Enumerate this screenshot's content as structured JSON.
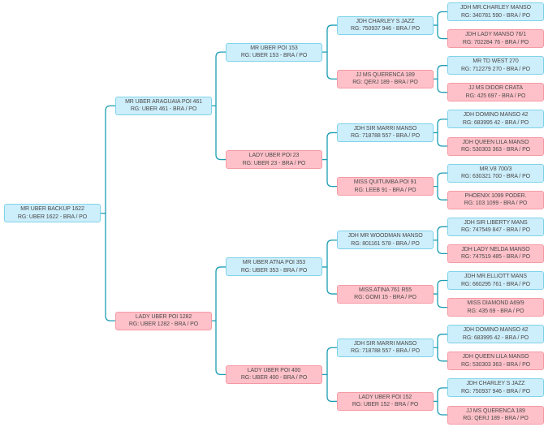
{
  "colors": {
    "line": "#1b9db2",
    "male_fill": "#cdeefb",
    "female_fill": "#ffc1c9"
  },
  "nodes": [
    {
      "name": "MR UBER BACKUP 1622",
      "rg": "RG: UBER 1622 - BRA / PO",
      "sex": "male"
    },
    {
      "name": "MR UBER ARAGUAIA POI 461",
      "rg": "RG: UBER 461 - BRA / PO",
      "sex": "male"
    },
    {
      "name": "LADY UBER POI 1282",
      "rg": "RG: UBER 1282 - BRA / PO",
      "sex": "female"
    },
    {
      "name": "MR UBER POI 153",
      "rg": "RG: UBER 153 - BRA / PO",
      "sex": "male"
    },
    {
      "name": "LADY UBER POI 23",
      "rg": "RG: UBER 23 - BRA / PO",
      "sex": "female"
    },
    {
      "name": "MR UBER ATNA POI 353",
      "rg": "RG: UBER 353 - BRA / PO",
      "sex": "male"
    },
    {
      "name": "LADY UBER POI 400",
      "rg": "RG: UBER 400 - BRA / PO",
      "sex": "female"
    },
    {
      "name": "JDH CHARLEY S JAZZ",
      "rg": "RG: 750937 946 - BRA / PO",
      "sex": "male"
    },
    {
      "name": "JJ MS QUERENCA 189",
      "rg": "RG: QERJ 189 - BRA / PO",
      "sex": "female"
    },
    {
      "name": "JDH SIR MARRI MANSO",
      "rg": "RG: 718788 557 - BRA / PO",
      "sex": "male"
    },
    {
      "name": "MISS QUITUMBA POI 91",
      "rg": "RG: LEEB 91 - BRA / PO",
      "sex": "female"
    },
    {
      "name": "JDH MR WOODMAN MANSO",
      "rg": "RG: 801161 578 - BRA / PO",
      "sex": "male"
    },
    {
      "name": "MISS ATINA 761 R55",
      "rg": "RG: GOMI 15 - BRA / PO",
      "sex": "female"
    },
    {
      "name": "JDH SIR MARRI MANSO",
      "rg": "RG: 718788 557 - BRA / PO",
      "sex": "male"
    },
    {
      "name": "LADY UBER POI 152",
      "rg": "RG: UBER 152 - BRA / PO",
      "sex": "female"
    },
    {
      "name": "JDH MR.CHARLEY MANSO",
      "rg": "RG: 340781 590 - BRA / PO",
      "sex": "male"
    },
    {
      "name": "JDH LADY MANSO 76/1",
      "rg": "RG: 702284 76 - BRA / PO",
      "sex": "female"
    },
    {
      "name": "MR TD WEST 270",
      "rg": "RG: 712279 270 - BRA / PO",
      "sex": "male"
    },
    {
      "name": "JJ MS DIDOR CRATA",
      "rg": "RG: 425 697 - BRA / PO",
      "sex": "female"
    },
    {
      "name": "JDH DOMINO MANSO 42",
      "rg": "RG: 683995 42 - BRA / PO",
      "sex": "male"
    },
    {
      "name": "JDH QUEEN LILA MANSO",
      "rg": "RG: 530303 363 - BRA / PO",
      "sex": "female"
    },
    {
      "name": "MR.V8 700/3",
      "rg": "RG: 630321 700 - BRA / PO",
      "sex": "male"
    },
    {
      "name": "PHOENIX 1099 PODER.",
      "rg": "RG: 103 1099 - BRA / PO",
      "sex": "female"
    },
    {
      "name": "JDH SIR LIBERTY MANS",
      "rg": "RG: 747549 847 - BRA / PO",
      "sex": "male"
    },
    {
      "name": "JDH LADY NELDA MANSO",
      "rg": "RG: 747519 485 - BRA / PO",
      "sex": "female"
    },
    {
      "name": "JDH MR.ELLIOTT MANS",
      "rg": "RG: 660295 761 - BRA / PO",
      "sex": "male"
    },
    {
      "name": "MISS DIAMOND A69/9",
      "rg": "RG: 435 69 - BRA / PO",
      "sex": "female"
    },
    {
      "name": "JDH DOMINO MANSO 42",
      "rg": "RG: 683995 42 - BRA / PO",
      "sex": "male"
    },
    {
      "name": "JDH QUEEN LILA MANSO",
      "rg": "RG: 530303 363 - BRA / PO",
      "sex": "female"
    },
    {
      "name": "JDH CHARLEY S JAZZ",
      "rg": "RG: 750937 946 - BRA / PO",
      "sex": "male"
    },
    {
      "name": "JJ MS QUERENCA 189",
      "rg": "RG: QERJ 189 - BRA / PO",
      "sex": "female"
    }
  ]
}
